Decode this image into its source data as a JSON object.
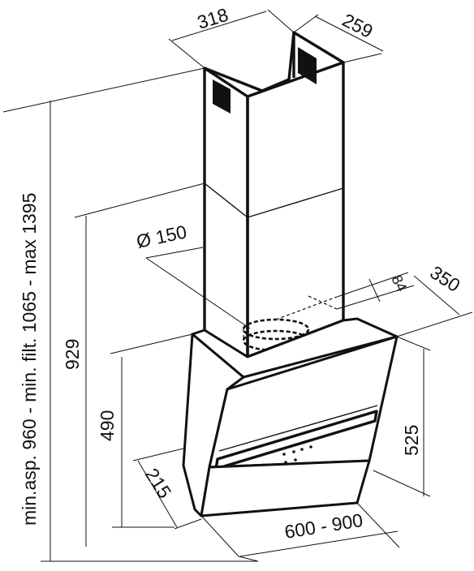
{
  "dimensions": {
    "chimney_width": "318",
    "chimney_depth": "259",
    "duct_diameter": "Ø 150",
    "duct_offset": "84",
    "depth": "350",
    "hood_height": "525",
    "width_range": "600 - 900",
    "base_depth": "215",
    "body_height": "490",
    "total_fixed": "929",
    "installation": "min.asp. 960 - min. filt. 1065 - max 1395"
  },
  "colors": {
    "line": "#111111",
    "background": "#ffffff"
  }
}
